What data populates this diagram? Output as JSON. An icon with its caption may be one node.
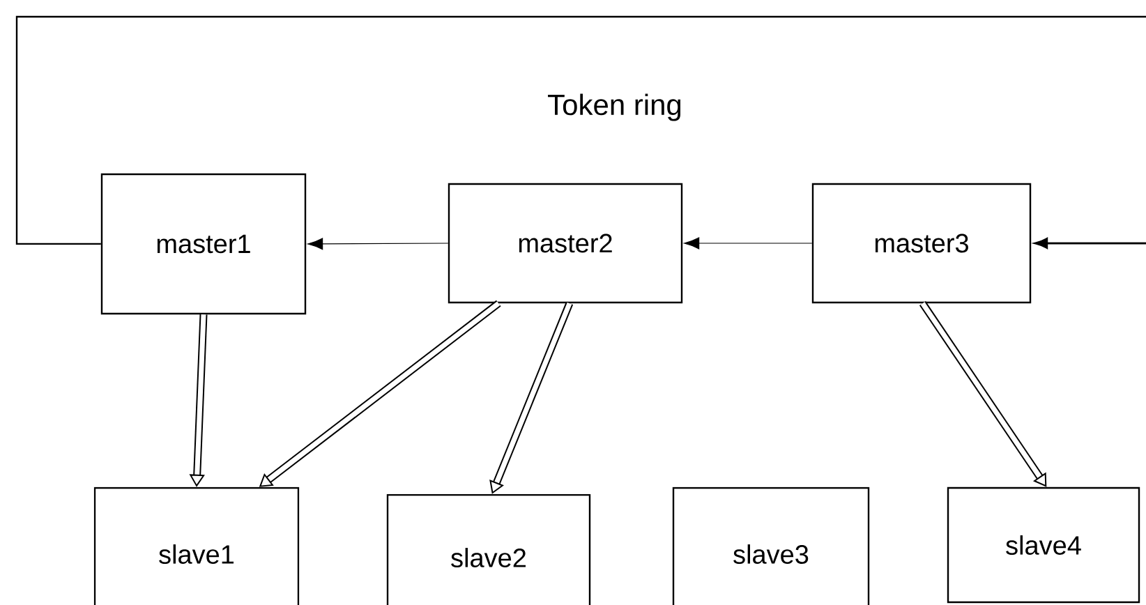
{
  "diagram": {
    "nodes": [
      {
        "text": [
          "master1"
        ]
      },
      {
        "text": [
          "master2"
        ]
      },
      {
        "text": [
          "master3"
        ]
      },
      {
        "text": [
          "slave1"
        ]
      },
      {
        "text": [
          "slave2"
        ]
      },
      {
        "text": [
          "slave3"
        ]
      },
      {
        "text": [
          "slave4"
        ]
      }
    ],
    "edges": [
      {
        "from": 1,
        "to": 0,
        "arrow": "to"
      },
      {
        "from": 2,
        "to": 1,
        "arrow": "to"
      },
      {
        "from": null,
        "to": 2,
        "arrow": "to"
      },
      {
        "from": 0,
        "to": null,
        "arrow": "none"
      },
      {
        "from": 0,
        "to": 3,
        "arrow": "to",
        "style": "thick"
      },
      {
        "from": 1,
        "to": 3,
        "arrow": "to",
        "style": "thick"
      },
      {
        "from": 1,
        "to": 4,
        "arrow": "to",
        "style": "thick"
      },
      {
        "from": 2,
        "to": 6,
        "arrow": "to",
        "style": "thick"
      }
    ],
    "labels": [
      "Token ring"
    ]
  }
}
